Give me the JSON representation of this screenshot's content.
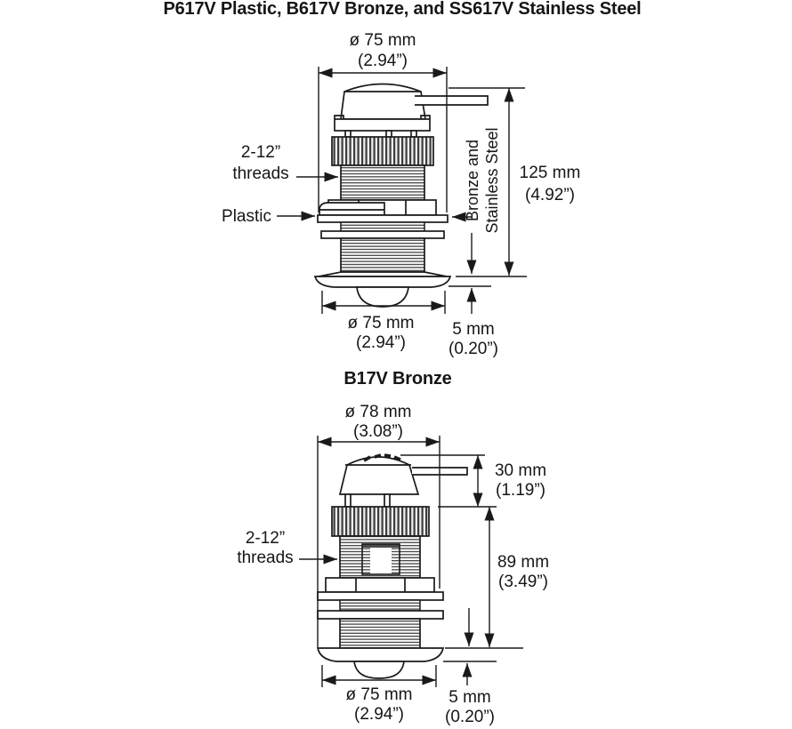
{
  "page": {
    "background": "#ffffff",
    "line_color": "#1a1a1a"
  },
  "top_diagram": {
    "title": "P617V Plastic, B617V Bronze, and SS617V Stainless Steel",
    "top_dia_mm": "ø 75 mm",
    "top_dia_in": "(2.94”)",
    "height_mm": "125 mm",
    "height_in": "(4.92”)",
    "bottom_dia_mm": "ø 75 mm",
    "bottom_dia_in": "(2.94”)",
    "protrusion_mm": "5 mm",
    "protrusion_in": "(0.20”)",
    "threads_label_1": "2-12”",
    "threads_label_2": "threads",
    "plastic_label": "Plastic",
    "material_label_1": "Bronze and",
    "material_label_2": "Stainless Steel"
  },
  "bottom_diagram": {
    "title": "B17V Bronze",
    "top_dia_mm": "ø 78 mm",
    "top_dia_in": "(3.08”)",
    "cap_height_mm": "30 mm",
    "cap_height_in": "(1.19”)",
    "body_height_mm": "89 mm",
    "body_height_in": "(3.49”)",
    "bottom_dia_mm": "ø 75 mm",
    "bottom_dia_in": "(2.94”)",
    "protrusion_mm": "5 mm",
    "protrusion_in": "(0.20”)",
    "threads_label_1": "2-12”",
    "threads_label_2": "threads"
  }
}
